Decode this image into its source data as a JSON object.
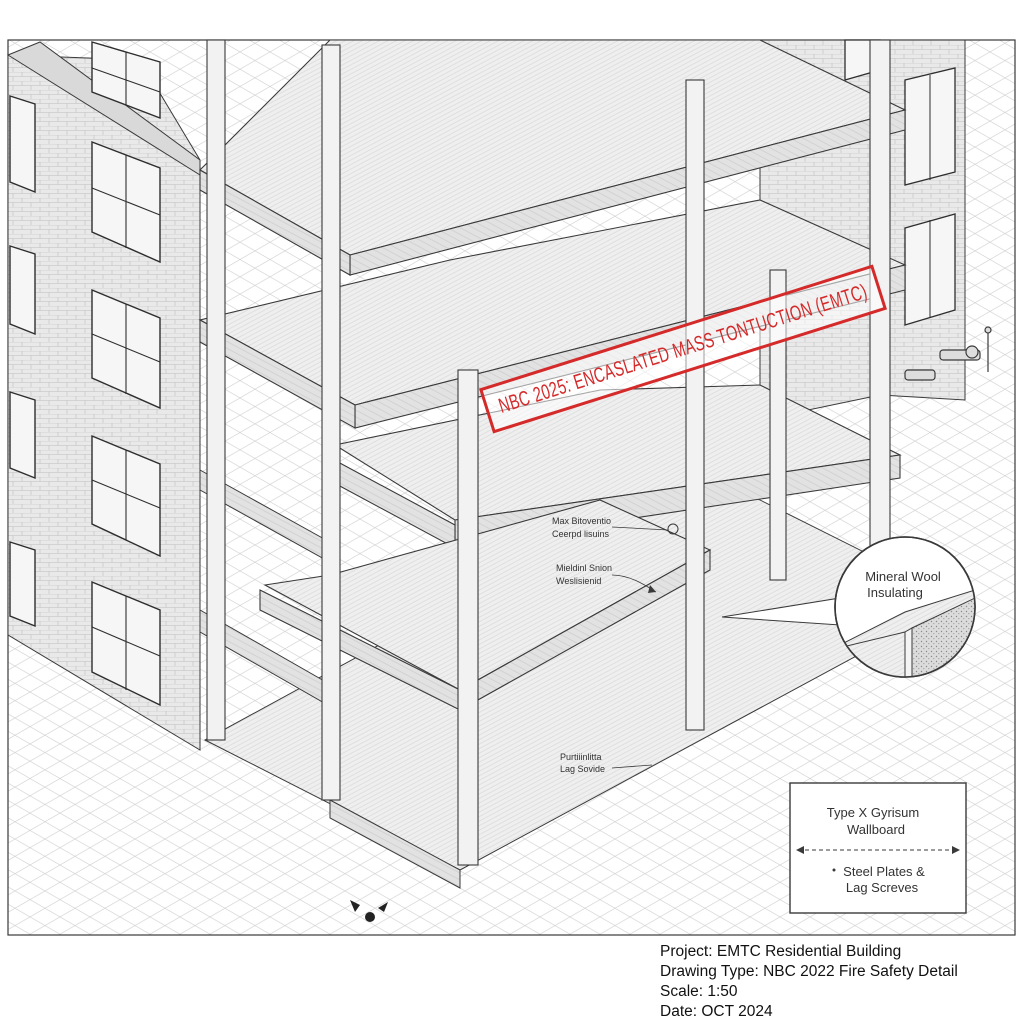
{
  "stamp": {
    "text": "NBC 2025: ENCASLATED MASS TONTUCTION (EMTC)",
    "color": "#d42a2a"
  },
  "labels": {
    "floor_1_line1": "Max Bitoventio",
    "floor_1_line2": "Ceerpd lisuins",
    "floor_2_line1": "Mieldinl Snion",
    "floor_2_line2": "Weslisienid",
    "ground_line1": "Purtiiinlitta",
    "ground_line2": "Lag Sovide"
  },
  "callout": {
    "line1": "Mineral Wool",
    "line2": "Insulating"
  },
  "legend": {
    "item1_line1": "Type X Gyrisum",
    "item1_line2": "Wallboard",
    "item2_line1": "Steel Plates &",
    "item2_line2": "Lag Screves"
  },
  "title_block": {
    "project": "Project: EMTC Residential Building",
    "drawing_type": "Drawing Type: NBC 2022 Fire Safety Detail",
    "scale": "Scale: 1:50",
    "date": "Date: OCT 2024"
  },
  "colors": {
    "line": "#3a3a3a",
    "paper": "#ffffff",
    "grid": "#c9c9c9",
    "fill": "#ececec"
  }
}
